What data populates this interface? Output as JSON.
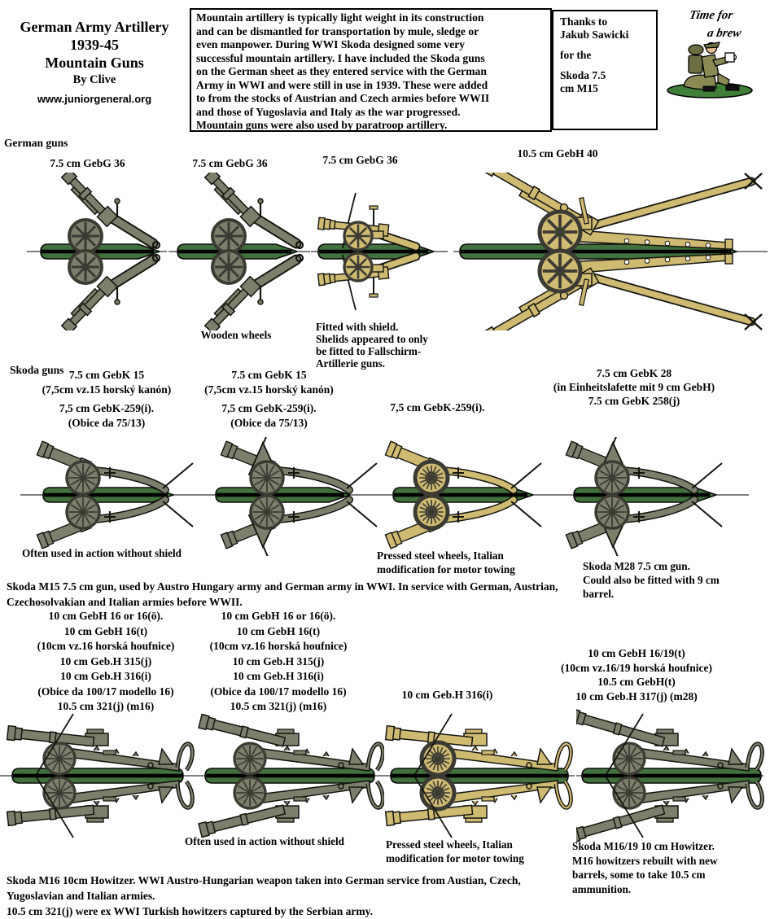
{
  "colors": {
    "gun_gray": "#7b7f6c",
    "gun_tan": "#cfba72",
    "base_green": "#41713c",
    "wheel_rim": "#3b3b33",
    "outline": "#14140f",
    "grass": "#3f7f37",
    "uniform": "#8a8a55",
    "pack": "#6e6e42",
    "skin": "#e5bd8e"
  },
  "header": {
    "title": "German Army Artillery\n1939-45\nMountain Guns",
    "byline": "By Clive",
    "website": "www.juniorgeneral.org",
    "description": "Mountain artillery is typically light weight in its construction\nand can be dismantled for transportation by mule, sledge or\neven manpower. During WWI Skoda designed some very\nsuccessful mountain artillery. I have included the Skoda guns\non the German sheet as they entered service with the German\nArmy in WWI and were still in use in 1939. These were added\nto from the stocks of Austrian and Czech armies before WWII\nand those of Yugoslavia and Italy as the war progressed.\nMountain guns were also used by paratroop artillery.",
    "thanks_p1": "Thanks to\nJakub Sawicki",
    "thanks_p2": "for the",
    "thanks_p3": "Skoda 7.5\ncm M15",
    "brew_l1": "Time for",
    "brew_l2": "a brew",
    "soldier_illustration": "soldier-drinking-tea"
  },
  "sections": [
    {
      "name": "German guns",
      "guns": [
        {
          "label": "7.5 cm GebG 36",
          "illustration": "gebg36",
          "color": "gray"
        },
        {
          "label": "7.5 cm GebG 36",
          "note": "Wooden wheels",
          "illustration": "gebg36",
          "color": "gray"
        },
        {
          "label": "7.5 cm GebG 36",
          "note": "Fitted with shield.\nShelids appeared to only\nbe fitted to Fallschirm-\nArtillerie guns.",
          "illustration": "gebg36-shield",
          "color": "tan"
        },
        {
          "label": "10.5 cm GebH 40",
          "illustration": "gebh40",
          "color": "tan"
        }
      ]
    },
    {
      "name": "Skoda guns",
      "guns": [
        {
          "label": "7.5 cm GebK 15\n(7,5cm vz.15 horský kanón)",
          "label2": "7,5 cm GebK-259(i).\n(Obice da 75/13)",
          "note": "Often used in action without shield",
          "illustration": "skoda-m15",
          "color": "gray"
        },
        {
          "label": "7.5 cm GebK 15\n(7,5cm vz.15 horský kanón)",
          "label2": "7,5 cm GebK-259(i).\n(Obice da 75/13)",
          "illustration": "skoda-m15-shield",
          "color": "gray"
        },
        {
          "label": "7,5 cm GebK-259(i).",
          "note": "Pressed steel wheels, Italian\nmodification for motor towing",
          "illustration": "skoda-m15-steel-wheels",
          "color": "tan"
        },
        {
          "label": "7.5 cm GebK 28\n(in Einheitslafette mit 9 cm GebH)\n7.5 cm GebK 258(j)",
          "note": "Skoda M28 7.5 cm gun.\nCould also be fitted with 9 cm\nbarrel.",
          "illustration": "skoda-m28-shield",
          "color": "gray"
        }
      ],
      "caption": "Skoda M15 7.5 cm gun, used by Austro Hungary army and German army in WWI. In service with German, Austrian,\nCzechosolvakian and Italian armies before WWII."
    },
    {
      "name": "",
      "guns": [
        {
          "label": "10 cm GebH 16 or 16(ö).\n10 cm GebH 16(t)\n(10cm vz.16 horská houfnice)\n10 cm Geb.H 315(j)\n10 cm Geb.H 316(i)\n(Obice da 100/17 modello 16)\n10.5 cm 321(j) (m16)",
          "illustration": "m16-shield",
          "color": "gray"
        },
        {
          "label": "10 cm GebH 16 or 16(ö).\n10 cm GebH 16(t)\n(10cm vz.16 horská houfnice)\n10 cm Geb.H 315(j)\n10 cm Geb.H 316(i)\n(Obice da 100/17 modello 16)\n10.5 cm 321(j) (m16)",
          "note": "Often used in action without shield",
          "illustration": "m16",
          "color": "gray"
        },
        {
          "label": "10 cm Geb.H 316(i)",
          "note": "Pressed steel wheels, Italian\nmodification for motor towing",
          "illustration": "m16-steel-wheels-shield",
          "color": "tan"
        },
        {
          "label": "10 cm GebH 16/19(t)\n(10cm vz.16/19 horská houfnice)\n10.5 cm GebH(t)\n10 cm Geb.H 317(j) (m28)",
          "note": "Skoda M16/19 10 cm Howitzer.\nM16 howitzers rebuilt with new\nbarrels, some to take 10.5 cm\nammunition.",
          "illustration": "m16-19-shield",
          "color": "gray"
        }
      ],
      "caption": "Skoda M16 10cm Howitzer. WWI Austro-Hungarian weapon taken into German service from Austian, Czech,\nYugoslavian and Italian armies.\n10.5 cm 321(j) were ex WWI Turkish howitzers captured by the Serbian army."
    }
  ]
}
